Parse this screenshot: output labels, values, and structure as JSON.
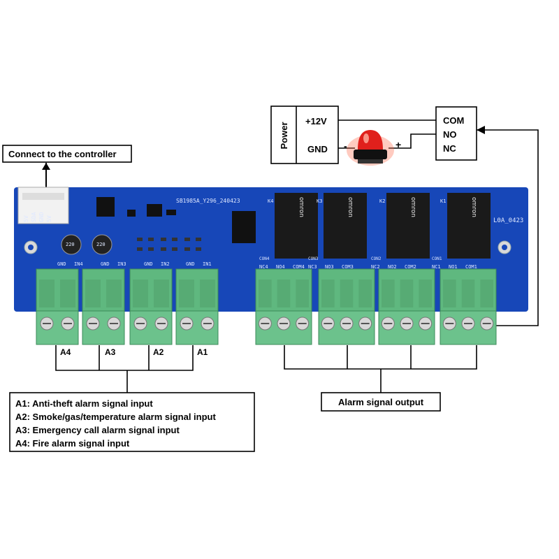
{
  "controller_label": "Connect to the controller",
  "power_box": {
    "title": "Power",
    "plus": "+12V",
    "gnd": "GND"
  },
  "beacon": {
    "minus": "-",
    "plus": "+"
  },
  "relay_box": {
    "com": "COM",
    "no": "NO",
    "nc": "NC"
  },
  "input_labels": [
    "A4",
    "A3",
    "A2",
    "A1"
  ],
  "input_terminals": [
    "IN4",
    "IN3",
    "IN2",
    "IN1"
  ],
  "gnd_label": "GND",
  "output_terminals": [
    {
      "con": "CON4",
      "nc": "NC4",
      "no": "NO4",
      "com": "COM4",
      "k": "K4"
    },
    {
      "con": "CON3",
      "nc": "NC3",
      "no": "NO3",
      "com": "COM3",
      "k": "K3"
    },
    {
      "con": "CON2",
      "nc": "NC2",
      "no": "NO2",
      "com": "COM2",
      "k": "K2"
    },
    {
      "con": "CON1",
      "nc": "NC1",
      "no": "NO1",
      "com": "COM1",
      "k": "K1"
    }
  ],
  "relay_brand": "omron",
  "board_code": "SB1985A_Y296_240423",
  "board_model": "L0A_0423",
  "connector_pins": [
    "5V",
    "SDA",
    "GND",
    "5V"
  ],
  "capacitors": [
    "220",
    "220"
  ],
  "legend": [
    "A1: Anti-theft alarm signal input",
    "A2: Smoke/gas/temperature alarm signal input",
    "A3: Emergency call alarm signal input",
    "A4: Fire alarm signal input"
  ],
  "output_label": "Alarm signal output",
  "colors": {
    "pcb": "#1747b8",
    "terminal": "#5fb87f",
    "relay": "#1a1a1a",
    "beacon": "#e0201c"
  }
}
